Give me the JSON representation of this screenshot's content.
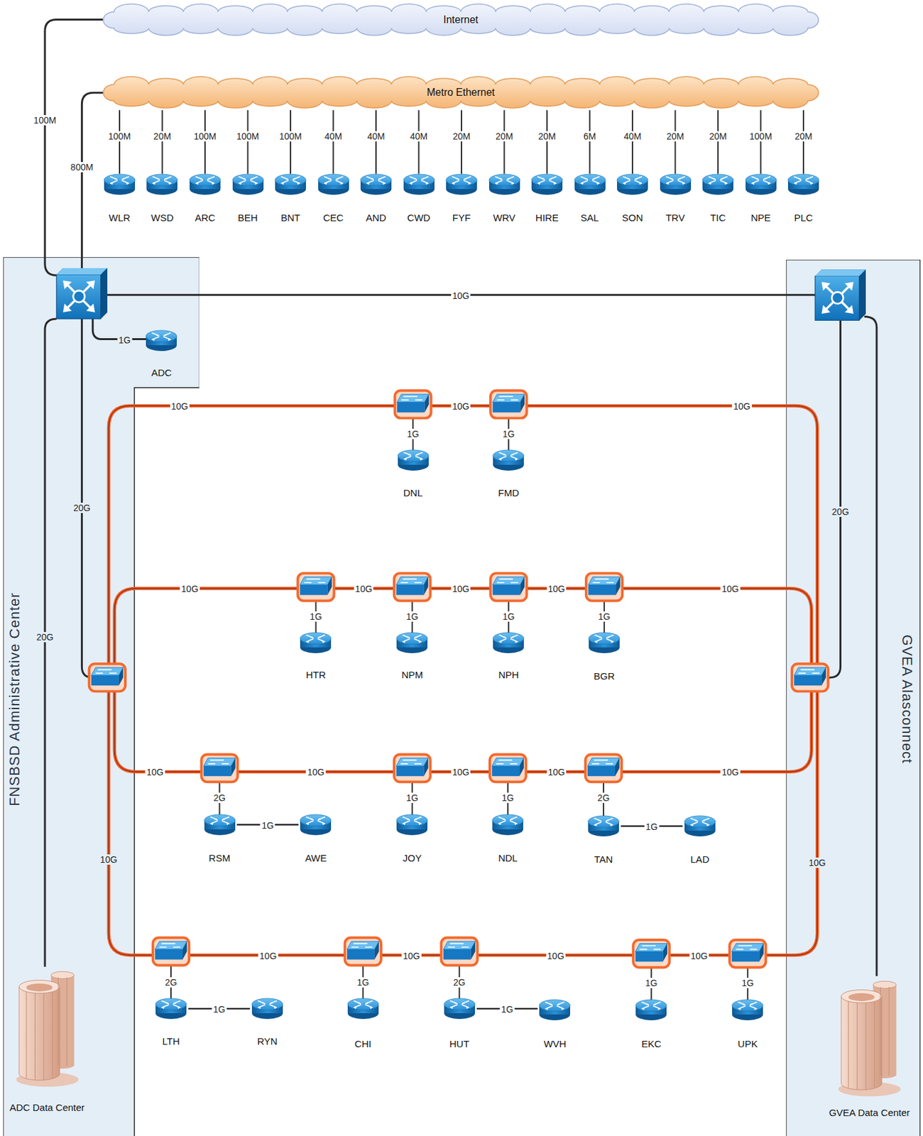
{
  "diagram": {
    "nodes": [
      {
        "text": [
          "Internet"
        ]
      },
      {
        "text": [
          "Metro Ethernet"
        ]
      },
      {
        "text": [
          "WLR"
        ]
      },
      {
        "text": [
          "WSD"
        ]
      },
      {
        "text": [
          "ARC"
        ]
      },
      {
        "text": [
          "BEH"
        ]
      },
      {
        "text": [
          "BNT"
        ]
      },
      {
        "text": [
          "CEC"
        ]
      },
      {
        "text": [
          "AND"
        ]
      },
      {
        "text": [
          "CWD"
        ]
      },
      {
        "text": [
          "FYF"
        ]
      },
      {
        "text": [
          "WRV"
        ]
      },
      {
        "text": [
          "HIRE"
        ]
      },
      {
        "text": [
          "SAL"
        ]
      },
      {
        "text": [
          "SON"
        ]
      },
      {
        "text": [
          "TRV"
        ]
      },
      {
        "text": [
          "TIC"
        ]
      },
      {
        "text": [
          "NPE"
        ]
      },
      {
        "text": [
          "PLC"
        ]
      },
      {
        "text": [
          "FNSBSD Administrative Center"
        ]
      },
      {
        "text": [
          "ADC"
        ],
        "in": 19
      },
      {
        "text": [
          "GVEA Alasconnect"
        ]
      },
      {
        "text": [
          "DNL"
        ]
      },
      {
        "text": [
          "FMD"
        ]
      },
      {
        "text": [
          "HTR"
        ]
      },
      {
        "text": [
          "NPM"
        ]
      },
      {
        "text": [
          "NPH"
        ]
      },
      {
        "text": [
          "BGR"
        ]
      },
      {
        "text": [
          "RSM"
        ]
      },
      {
        "text": [
          "AWE"
        ]
      },
      {
        "text": [
          "JOY"
        ]
      },
      {
        "text": [
          "NDL"
        ]
      },
      {
        "text": [
          "TAN"
        ]
      },
      {
        "text": [
          "LAD"
        ]
      },
      {
        "text": [
          "LTH"
        ]
      },
      {
        "text": [
          "RYN"
        ]
      },
      {
        "text": [
          "CHI"
        ]
      },
      {
        "text": [
          "HUT"
        ]
      },
      {
        "text": [
          "WVH"
        ]
      },
      {
        "text": [
          "EKC"
        ]
      },
      {
        "text": [
          "UPK"
        ]
      },
      {
        "text": [
          "ADC Data Center"
        ],
        "in": 19
      },
      {
        "text": [
          "GVEA Data Center"
        ],
        "in": 21
      }
    ],
    "edges": [
      {
        "from": 1,
        "to": 2,
        "arrow": "none",
        "label": "100M"
      },
      {
        "from": 1,
        "to": 3,
        "arrow": "none",
        "label": "20M"
      },
      {
        "from": 1,
        "to": 4,
        "arrow": "none",
        "label": "100M"
      },
      {
        "from": 1,
        "to": 5,
        "arrow": "none",
        "label": "100M"
      },
      {
        "from": 1,
        "to": 6,
        "arrow": "none",
        "label": "100M"
      },
      {
        "from": 1,
        "to": 7,
        "arrow": "none",
        "label": "40M"
      },
      {
        "from": 1,
        "to": 8,
        "arrow": "none",
        "label": "40M"
      },
      {
        "from": 1,
        "to": 9,
        "arrow": "none",
        "label": "40M"
      },
      {
        "from": 1,
        "to": 10,
        "arrow": "none",
        "label": "20M"
      },
      {
        "from": 1,
        "to": 11,
        "arrow": "none",
        "label": "20M"
      },
      {
        "from": 1,
        "to": 12,
        "arrow": "none",
        "label": "20M"
      },
      {
        "from": 1,
        "to": 13,
        "arrow": "none",
        "label": "6M"
      },
      {
        "from": 1,
        "to": 14,
        "arrow": "none",
        "label": "40M"
      },
      {
        "from": 1,
        "to": 15,
        "arrow": "none",
        "label": "20M"
      },
      {
        "from": 1,
        "to": 16,
        "arrow": "none",
        "label": "20M"
      },
      {
        "from": 1,
        "to": 17,
        "arrow": "none",
        "label": "100M"
      },
      {
        "from": 1,
        "to": 18,
        "arrow": "none",
        "label": "20M"
      },
      {
        "from": 28,
        "to": 29,
        "arrow": "none",
        "label": "1G"
      },
      {
        "from": 32,
        "to": 33,
        "arrow": "none",
        "label": "1G"
      },
      {
        "from": 34,
        "to": 35,
        "arrow": "none",
        "label": "1G"
      },
      {
        "from": 37,
        "to": 38,
        "arrow": "none",
        "label": "1G"
      }
    ],
    "labels": [
      "100M",
      "800M",
      "10G",
      "1G",
      "20G",
      "20G",
      "20G",
      "10G",
      "10G",
      "10G",
      "1G",
      "1G",
      "10G",
      "10G",
      "10G",
      "10G",
      "10G",
      "1G",
      "1G",
      "1G",
      "1G",
      "10G",
      "10G",
      "10G",
      "10G",
      "10G",
      "2G",
      "1G",
      "1G",
      "2G",
      "10G",
      "10G",
      "10G",
      "10G",
      "10G",
      "10G",
      "2G",
      "1G",
      "2G",
      "1G",
      "1G"
    ]
  }
}
